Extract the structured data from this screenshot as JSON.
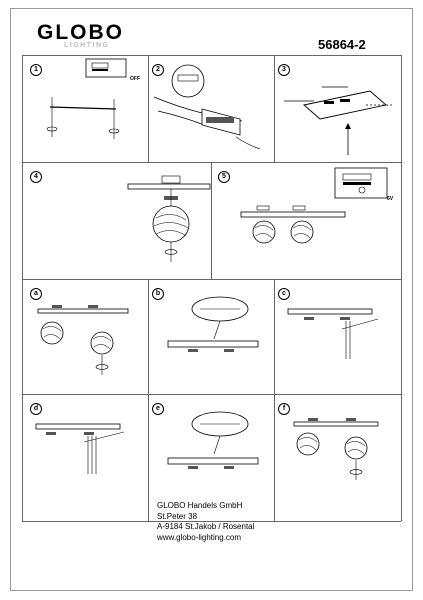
{
  "header": {
    "brand": "GLOBO",
    "brand_sub": "LIGHTING",
    "model": "56864-2"
  },
  "steps": {
    "s1": "1",
    "s2": "2",
    "s3": "3",
    "s4": "4",
    "s5": "5",
    "a": "a",
    "b": "b",
    "c": "c",
    "d": "d",
    "e": "e",
    "f": "f"
  },
  "notes": {
    "off": "OFF",
    "volt": "6V"
  },
  "footer": {
    "company": "GLOBO Handels GmbH",
    "street": "St.Peter 38",
    "city": "A-9184 St.Jakob / Rosental",
    "web": "www.globo-lighting.com"
  }
}
